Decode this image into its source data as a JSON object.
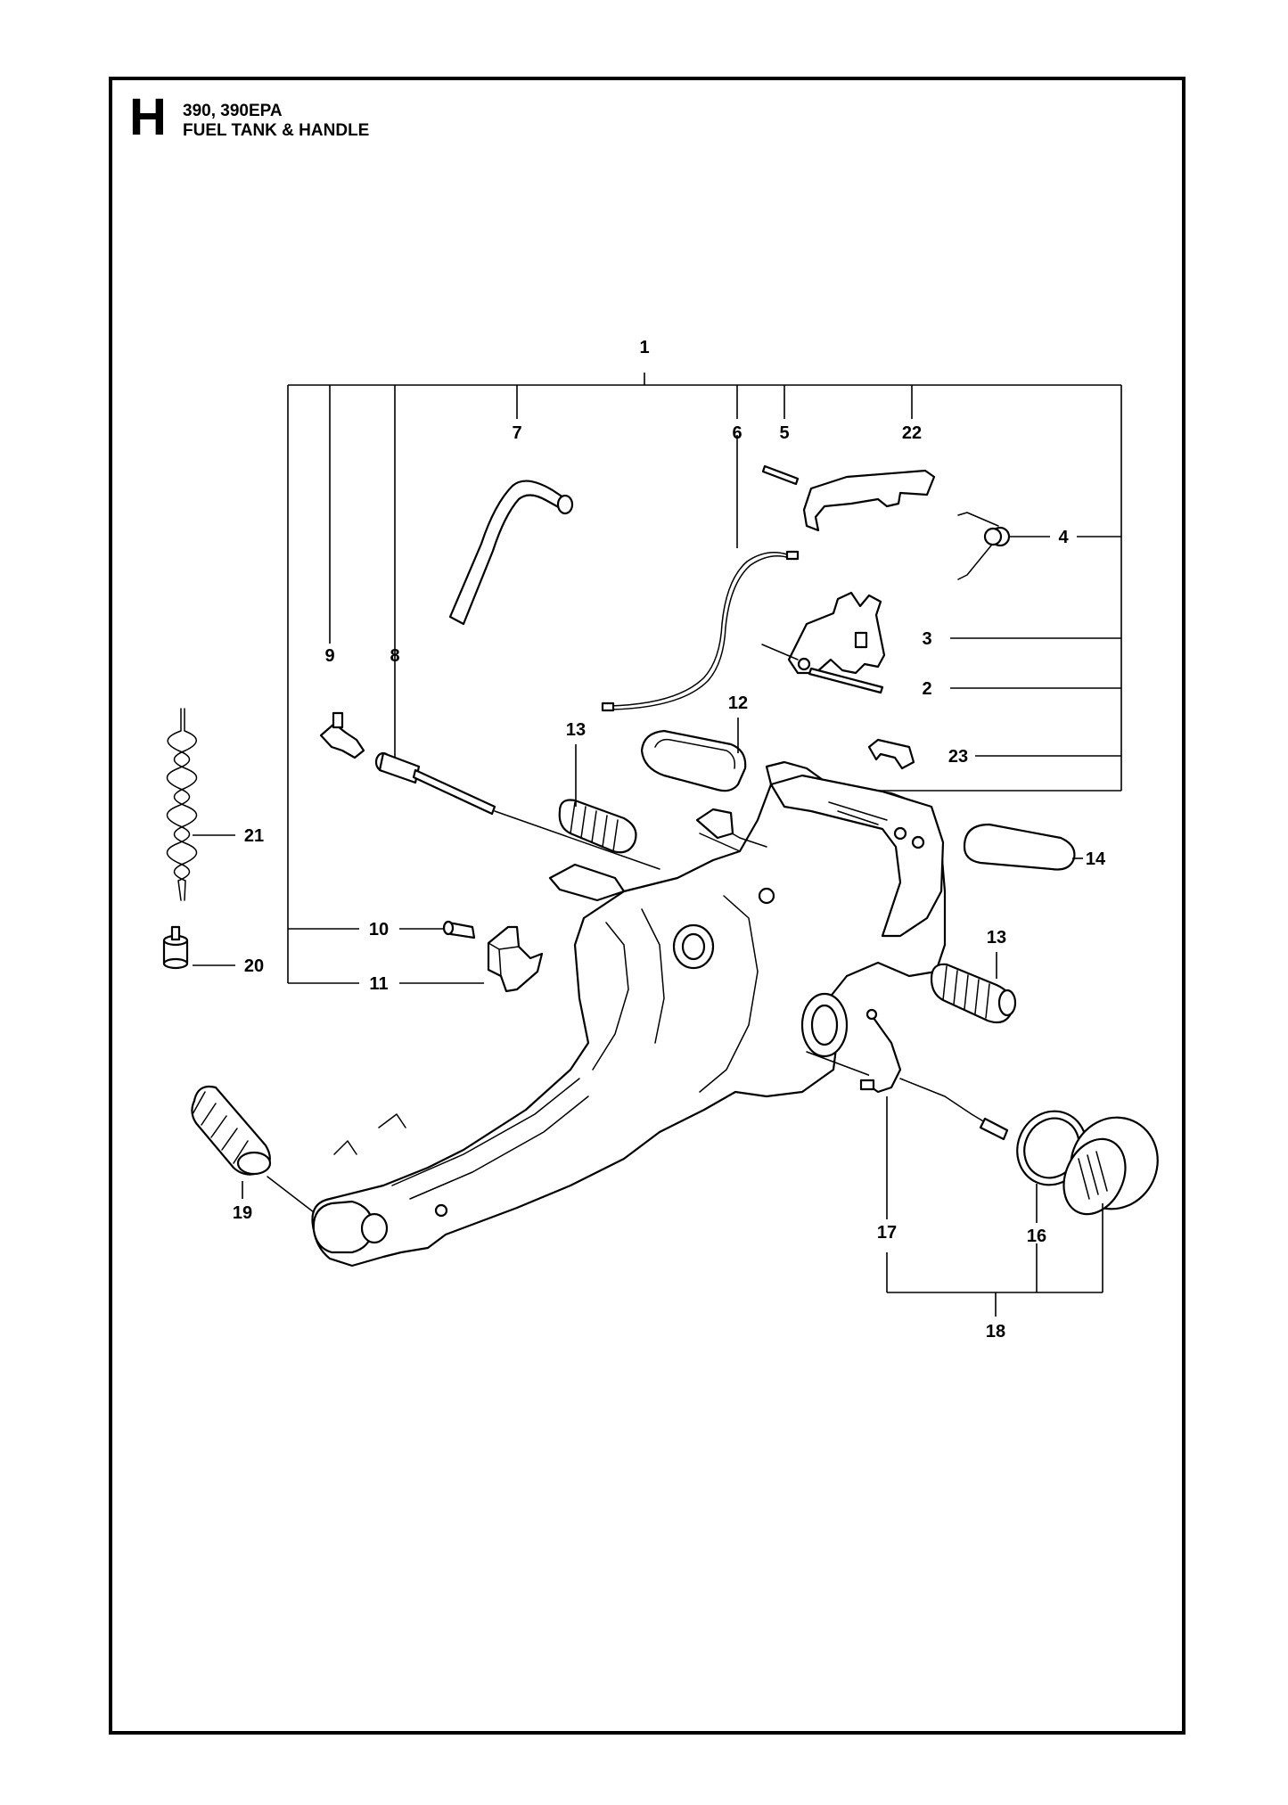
{
  "header": {
    "section_letter": "H",
    "model": "390, 390EPA",
    "title": "FUEL TANK & HANDLE"
  },
  "callouts": {
    "c1": "1",
    "c2": "2",
    "c3": "3",
    "c4": "4",
    "c5": "5",
    "c6": "6",
    "c7": "7",
    "c8": "8",
    "c9": "9",
    "c10": "10",
    "c11": "11",
    "c12": "12",
    "c13a": "13",
    "c13b": "13",
    "c14": "14",
    "c16": "16",
    "c17": "17",
    "c18": "18",
    "c19": "19",
    "c20": "20",
    "c21": "21",
    "c22": "22",
    "c23": "23"
  }
}
